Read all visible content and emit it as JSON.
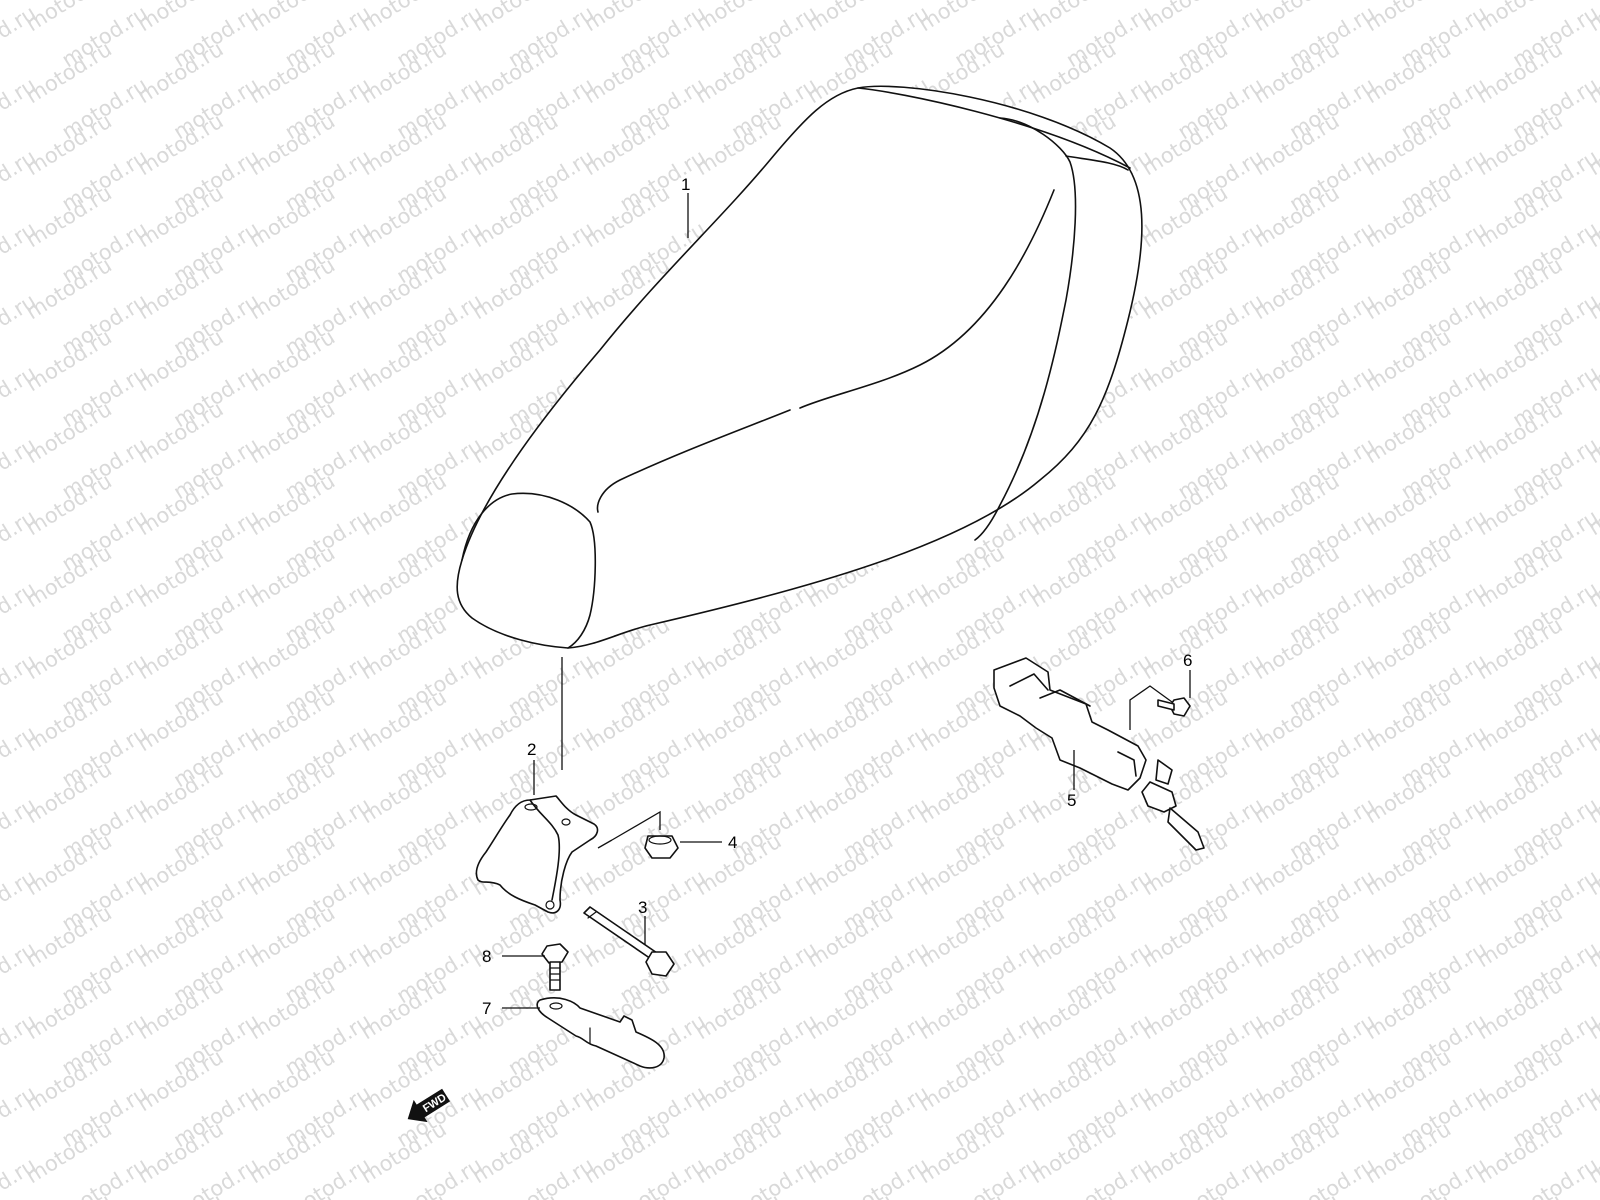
{
  "watermark": {
    "text": "motod.ru",
    "color": "#d9d9d9"
  },
  "parts": [
    {
      "number": "1",
      "name": "seat"
    },
    {
      "number": "2",
      "name": "seat-hinge-bracket"
    },
    {
      "number": "3",
      "name": "hinge-pin-bolt"
    },
    {
      "number": "4",
      "name": "nut"
    },
    {
      "number": "5",
      "name": "seat-lock-with-keys"
    },
    {
      "number": "6",
      "name": "screw"
    },
    {
      "number": "7",
      "name": "seat-hook-plate"
    },
    {
      "number": "8",
      "name": "bolt"
    }
  ],
  "fwd_marker": {
    "label": "FWD",
    "icon": "fwd-arrow-icon"
  }
}
